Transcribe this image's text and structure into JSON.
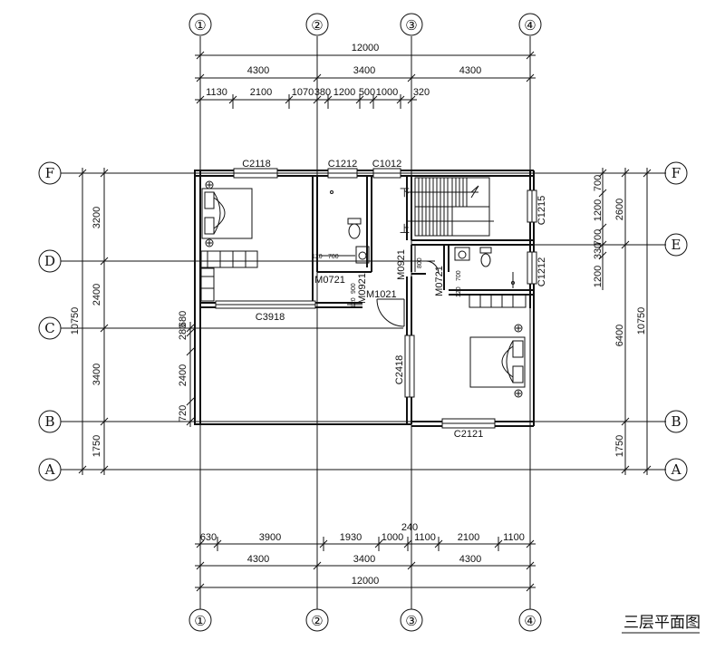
{
  "title": "三层平面图",
  "top_axes": [
    "①",
    "②",
    "③",
    "④"
  ],
  "bottom_axes": [
    "①",
    "②",
    "③",
    "④"
  ],
  "left_axes": [
    "F",
    "D",
    "C",
    "B",
    "A"
  ],
  "right_axes": [
    "F",
    "E",
    "B",
    "A"
  ],
  "top_dims": {
    "total": "12000",
    "row2": [
      "4300",
      "3400",
      "4300"
    ],
    "row3": [
      "1130",
      "2100",
      "1070",
      "380",
      "1200",
      "500",
      "1000",
      "320"
    ]
  },
  "bottom_dims": {
    "row1": [
      "630",
      "3900",
      "1930",
      "1000",
      "1100",
      "2100",
      "1100"
    ],
    "extra": "240",
    "row2": [
      "4300",
      "3400",
      "4300"
    ],
    "total": "12000"
  },
  "left_dims": {
    "outer": "10750",
    "inner": [
      "3200",
      "2400",
      "3400",
      "1750"
    ],
    "row3": [
      "280",
      "680",
      "2400",
      "720"
    ]
  },
  "right_dims": {
    "outer": "10750",
    "mid": [
      "2600",
      "6400",
      "1750"
    ],
    "inner": [
      "700",
      "1200",
      "700",
      "330",
      "1200"
    ]
  },
  "labels": {
    "c2118": "C2118",
    "c1212a": "C1212",
    "c1012": "C1012",
    "c1215": "C1215",
    "c1212b": "C1212",
    "c3918": "C3918",
    "c2418": "C2418",
    "c2121": "C2121",
    "m0721a": "M0721",
    "m0921a": "M0921",
    "m1021": "M1021",
    "m0921b": "M0921",
    "m0721b": "M0721",
    "down": "下",
    "up": "上",
    "s700a": "700",
    "s120a": "120",
    "s900": "900",
    "s120b": "120",
    "s800": "800",
    "s700b": "700",
    "s120c": "120"
  }
}
